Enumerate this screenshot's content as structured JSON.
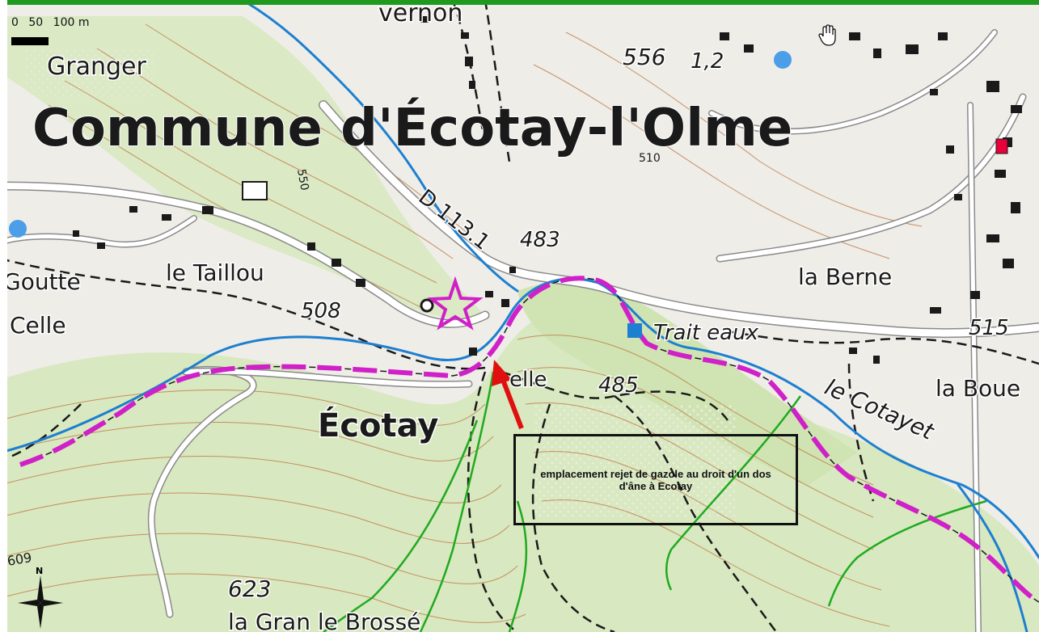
{
  "map": {
    "commune_label": "Commune d'Écotay-l'Olme",
    "road_label": "D 113.1",
    "places": [
      {
        "text": "Granger",
        "cls": "place"
      },
      {
        "text": "le Taillou",
        "cls": "place"
      },
      {
        "text": "Goutte",
        "cls": "place"
      },
      {
        "text": "Celle",
        "cls": "place"
      },
      {
        "text": "la Berne",
        "cls": "place"
      },
      {
        "text": "la Boue",
        "cls": "place"
      },
      {
        "text": "Écotay",
        "cls": "town"
      },
      {
        "text": "Trait eaux",
        "cls": "water"
      },
      {
        "text": "le Cotayet",
        "cls": "water"
      },
      {
        "text": "elle",
        "cls": "place"
      },
      {
        "text": "la Gran le Brossé",
        "cls": "place"
      },
      {
        "text": "vernon",
        "cls": "place"
      }
    ],
    "elevations": [
      "556",
      "483",
      "508",
      "515",
      "485",
      "623",
      "550",
      "510",
      "609"
    ],
    "road_marker": "1,2",
    "scale": {
      "zero": "0",
      "mid": "50",
      "end": "100 m"
    },
    "annotation": "emplacement rejet de gazole au droit d'un dos d'âne à Ecotay",
    "north_label": "N",
    "colors": {
      "border_top": "#1f9a1f",
      "river": "#1d7fd0",
      "boundary": "#d020c8",
      "contour": "#c07a45",
      "vegetation": "#c8e3a8",
      "arrow": "#e01010",
      "stream": "#1faa1f"
    },
    "icons": [
      "star-marker-icon",
      "red-arrow-icon",
      "pan-hand-icon",
      "north-arrow-icon",
      "blue-point-icon"
    ]
  }
}
